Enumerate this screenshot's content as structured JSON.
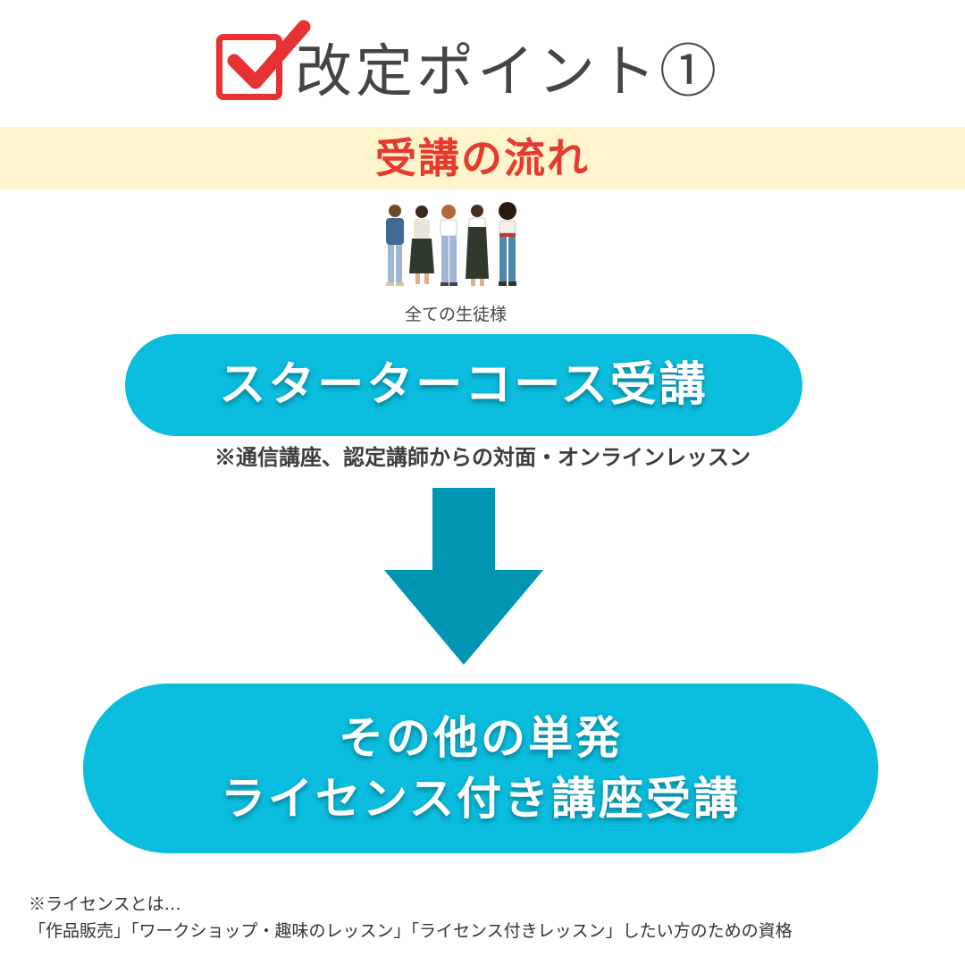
{
  "header": {
    "title": "改定ポイント①",
    "check_icon": "checkbox-checked-icon"
  },
  "band": {
    "text": "受講の流れ"
  },
  "audience": {
    "label": "全ての生徒様",
    "illustration": "group-of-women-illustration"
  },
  "flow": {
    "step1": "スターターコース受講",
    "step1_note": "※通信講座、認定講師からの対面・オンラインレッスン",
    "arrow_icon": "down-arrow-icon",
    "step2_line1": "その他の単発",
    "step2_line2": "ライセンス付き講座受講"
  },
  "footnote": {
    "line1": "※ライセンスとは…",
    "line2": "「作品販売」「ワークショップ・趣味のレッスン」「ライセンス付きレッスン」したい方のための資格"
  },
  "colors": {
    "accent_red": "#e63232",
    "band_bg": "#fff5cc",
    "pill_cyan": "#0abcdd",
    "arrow_teal": "#0096b3"
  }
}
